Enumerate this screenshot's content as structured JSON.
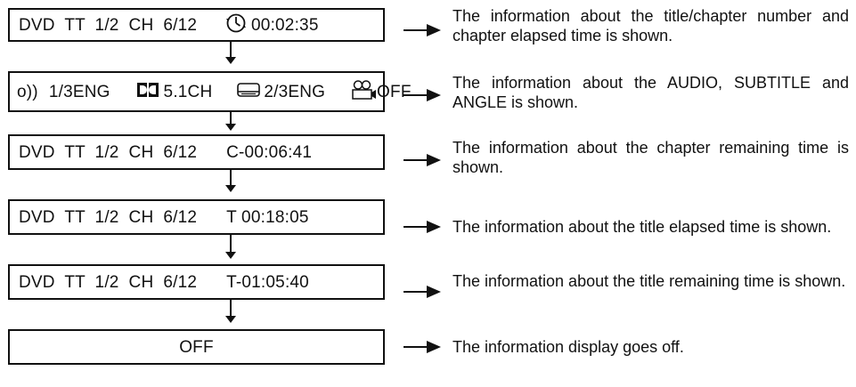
{
  "rows": [
    {
      "display": {
        "prefix": "DVD  TT  1/2  CH  6/12",
        "time": "00:02:35",
        "time_icon": "clock-icon"
      },
      "description": "The information about the title/chapter number and chapter elapsed time is shown."
    },
    {
      "display": {
        "audio_icon": "audio-icon",
        "audio": "1/3ENG",
        "dolby_icon": "dolby-digital-icon",
        "channels": "5.1CH",
        "subtitle_icon": "subtitle-icon",
        "subtitle": "2/3ENG",
        "angle_icon": "camera-angle-icon",
        "angle": "OFF"
      },
      "description": "The information about the AUDIO, SUBTITLE and ANGLE is shown."
    },
    {
      "display": {
        "prefix": "DVD  TT  1/2  CH  6/12",
        "time": "C-00:06:41"
      },
      "description": "The information about the chapter remaining time is shown."
    },
    {
      "display": {
        "prefix": "DVD  TT  1/2  CH  6/12",
        "time": "T 00:18:05"
      },
      "description": "The information about the title elapsed time is shown."
    },
    {
      "display": {
        "prefix": "DVD  TT  1/2  CH  6/12",
        "time": "T-01:05:40"
      },
      "description": "The information about the title remaining time is shown."
    },
    {
      "display": {
        "text": "OFF"
      },
      "description": "The information display goes off."
    }
  ],
  "colors": {
    "ink": "#111111",
    "background": "#ffffff"
  }
}
